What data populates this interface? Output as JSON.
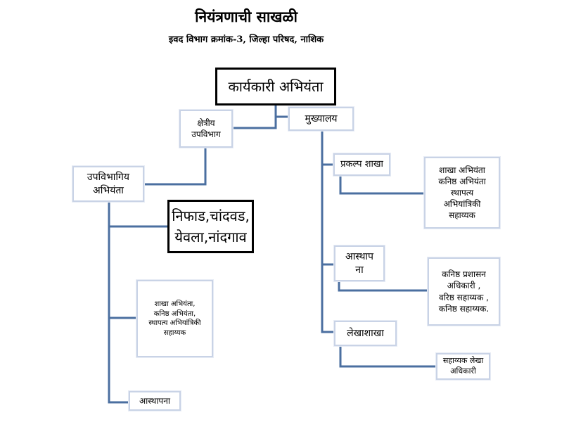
{
  "title": "नियंत्रणाची साखळी",
  "subtitle": "इवद विभाग क्रमांक-3, जिल्हा परिषद, नाशिक",
  "colors": {
    "connector": "#4b6fa0",
    "box_border": "#c9d3e6",
    "dark_border": "#000000"
  },
  "nodes": {
    "executive_engineer": "कार्यकारी अभियंता",
    "regional_subdivision": "क्षेत्रीय\nउपविभाग",
    "headquarters": "मुख्यालय",
    "subdivisional_engineer": "उपविभागिय\nअभियंता",
    "talukas": "निफाड,चांदवड,\nयेवला,नांदगाव",
    "sub_staff": "शाखा अभियंता,\nकनिष्ठ अभियंता,\nस्थापत्य अभियांत्रिकी\nसहाय्यक",
    "sub_establishment": "आस्थापना",
    "project_branch": "प्रकल्प शाखा",
    "project_staff": "शाखा अभियंता\nकनिष्ठ अभियंता\nस्थापत्य\nअभियांत्रिकी\nसहाय्यक",
    "establishment": "आस्थाप\nना",
    "establishment_staff": "कनिष्ठ प्रशासन\nअधिकारी ,\nवरिष्ठ सहाय्यक ,\nकनिष्ठ सहाय्यक.",
    "accounts_branch": "लेखाशाखा",
    "accounts_staff": "सहाय्यक लेखा\nअधिकारी"
  }
}
